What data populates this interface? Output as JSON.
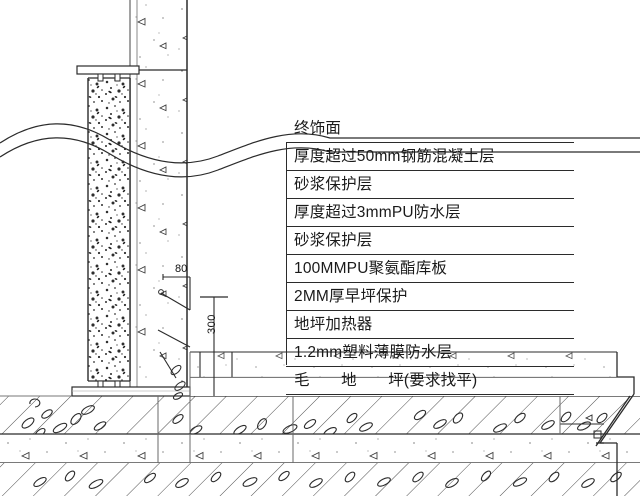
{
  "drawing": {
    "title": "building-floor-section-detail",
    "type": "architectural-cross-section",
    "colors": {
      "line": "#2b2b2b",
      "thin_line": "#555555",
      "background": "#ffffff",
      "speckle": "#333333"
    }
  },
  "legend": {
    "rows": [
      {
        "label": "终饰面",
        "ruled": false
      },
      {
        "label": "厚度超过50mm钢筋混凝土层",
        "ruled": true
      },
      {
        "label": "砂浆保护层",
        "ruled": true
      },
      {
        "label": "厚度超过3mmPU防水层",
        "ruled": true
      },
      {
        "label": "砂浆保护层",
        "ruled": true
      },
      {
        "label": "100MMPU聚氨酯库板",
        "ruled": true
      },
      {
        "label": "2MM厚早坪保护",
        "ruled": true
      },
      {
        "label": "地坪加热器",
        "ruled": true
      },
      {
        "label": "1.2mm塑料薄膜防水层",
        "ruled": true
      },
      {
        "label": "毛　　地　　坪(要求找平)",
        "ruled": true
      }
    ]
  },
  "dimensions": {
    "width_80": "80",
    "height_300": "300"
  },
  "components": {
    "wall": "concrete-wall",
    "panel": "pu-sandwich-panel",
    "top_plate": "top-cap-plate",
    "base_plate": "base-plate",
    "break_line": "wavy-break-line",
    "ground_fill": "hatched-earth-fill",
    "slab": "concrete-slab",
    "ramp": "ramp-step-detail"
  }
}
